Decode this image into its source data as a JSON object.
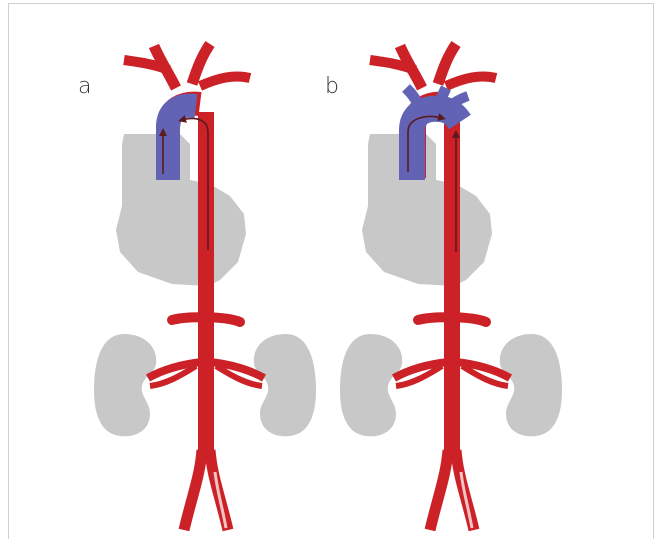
{
  "figure": {
    "panels": [
      {
        "label": "a"
      },
      {
        "label": "b"
      }
    ]
  },
  "colors": {
    "artery": "#cc2127",
    "artery_highlight": "#f2c3c4",
    "bypass_segment": "#6263b5",
    "organ": "#c8c8c8",
    "flow_arrow": "#5a1a20",
    "label": "#333333",
    "frame": "#cfcfcf"
  },
  "icons": [
    "heart-shape",
    "kidney-shape",
    "flow-arrow"
  ]
}
